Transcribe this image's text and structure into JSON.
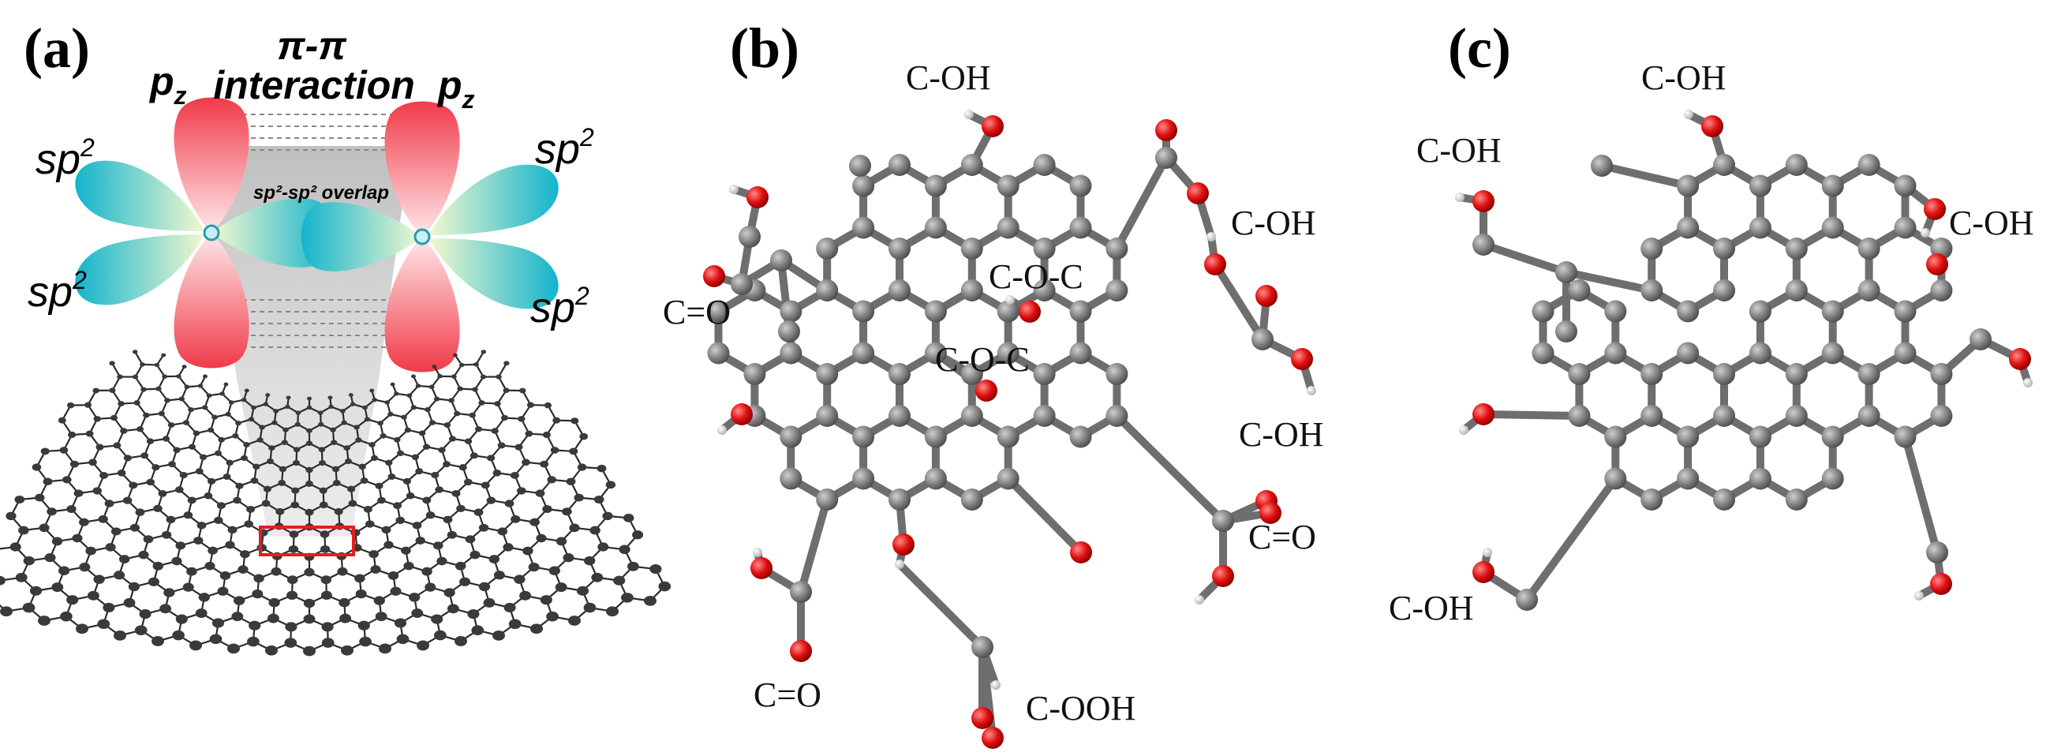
{
  "panels": {
    "a": {
      "label": "(a)",
      "pi_pi_line1": "π-π",
      "pi_pi_line2": "interaction",
      "pz_left": "p",
      "pz_left_sub": "z",
      "pz_right": "p",
      "pz_right_sub": "z",
      "sp2_top_left": "sp",
      "sp2_bottom_left": "sp",
      "sp2_top_right": "sp",
      "sp2_bottom_right": "sp",
      "sp2_sup": "2",
      "overlap": "sp²-sp² overlap"
    },
    "b": {
      "label": "(b)",
      "labels": [
        "C-OH",
        "C-OH",
        "C=O",
        "C-O-C",
        "C-O-C",
        "C-OH",
        "C=O",
        "C=O",
        "C-OOH"
      ]
    },
    "c": {
      "label": "(c)",
      "labels": [
        "C-OH",
        "C-OH",
        "C-OH",
        "C-OH"
      ]
    }
  },
  "colors": {
    "carbon": "#808080",
    "oxygen": "#e01010",
    "hydrogen": "#e8e8e8",
    "pz_lobe": "#f04a55",
    "sp2_lobe": "#1ab8d0",
    "highlight_box": "#e02020"
  }
}
